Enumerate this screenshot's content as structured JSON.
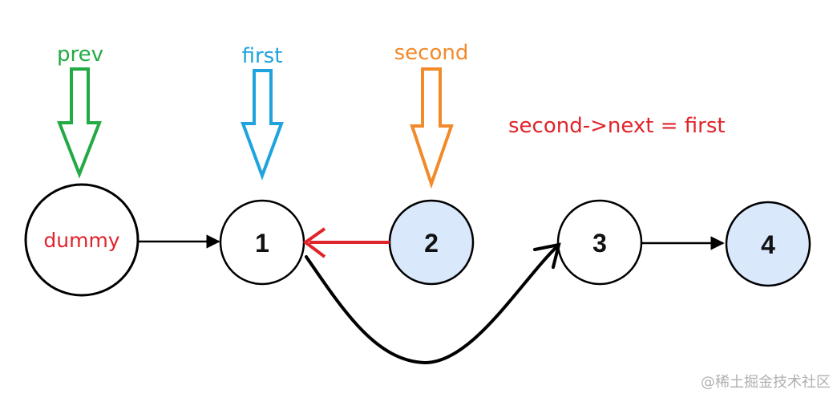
{
  "labels": {
    "prev": "prev",
    "first": "first",
    "second": "second",
    "annotation": "second->next = first"
  },
  "nodes": {
    "dummy": "dummy",
    "n1": "1",
    "n2": "2",
    "n3": "3",
    "n4": "4"
  },
  "watermark": "@稀土掘金技术社区",
  "colors": {
    "prev": "#22aa44",
    "first": "#1fa3dd",
    "second": "#f28a2a",
    "red": "#e0242b",
    "black": "#000000",
    "node_fill_highlight": "#dae8fc",
    "node_fill_plain": "#ffffff",
    "watermark": "#b0b0b0"
  }
}
